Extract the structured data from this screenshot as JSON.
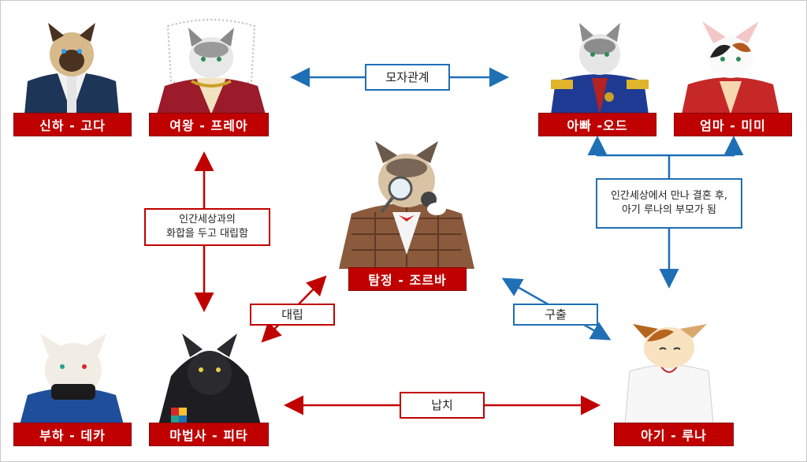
{
  "characters": {
    "sinha": "신하 - 고다",
    "queen": "여왕 - 프레아",
    "father": "아빠 -오드",
    "mother": "엄마 - 미미",
    "detective": "탐정 - 조르바",
    "subordinate": "부하 - 데카",
    "mage": "마법사 - 피타",
    "baby": "아기 - 루나"
  },
  "relations": {
    "mother_child": "모자관계",
    "coexist_line1": "인간세상과의",
    "coexist_line2": "화합을 두고 대립함",
    "confront": "대립",
    "rescue": "구출",
    "human_line1": "인간세상에서 만나 결혼 후,",
    "human_line2": "아기 루나의 부모가 됨",
    "kidnap": "납치"
  },
  "colors": {
    "label_red": "#c00000",
    "arrow_red": "#c00000",
    "arrow_blue": "#1f6fb5"
  }
}
